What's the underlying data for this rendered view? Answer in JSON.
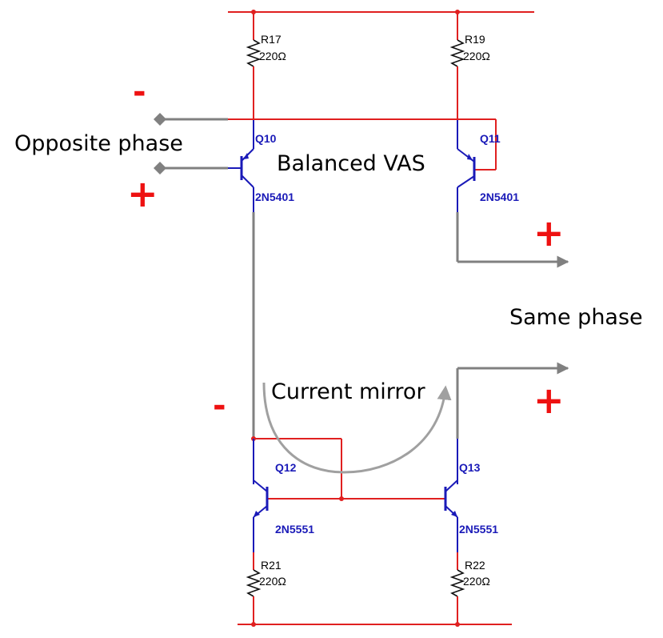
{
  "colors": {
    "wire": "#e02020",
    "device": "#1a1ab8",
    "signal": "#808080",
    "mirror_arrow": "#a0a0a0",
    "sign": "#ee1111"
  },
  "resistors": {
    "r17": {
      "ref": "R17",
      "value": "220Ω"
    },
    "r19": {
      "ref": "R19",
      "value": "220Ω"
    },
    "r21": {
      "ref": "R21",
      "value": "220Ω"
    },
    "r22": {
      "ref": "R22",
      "value": "220Ω"
    }
  },
  "transistors": {
    "q10": {
      "ref": "Q10",
      "part": "2N5401"
    },
    "q11": {
      "ref": "Q11",
      "part": "2N5401"
    },
    "q12": {
      "ref": "Q12",
      "part": "2N5551"
    },
    "q13": {
      "ref": "Q13",
      "part": "2N5551"
    }
  },
  "annotations": {
    "opposite_phase": "Opposite phase",
    "balanced_vas": "Balanced VAS",
    "same_phase": "Same phase",
    "current_mirror": "Current mirror"
  },
  "signs": {
    "input_top": "-",
    "input_bottom": "+",
    "output_top": "+",
    "mirror_left": "-",
    "output_bottom": "+"
  }
}
